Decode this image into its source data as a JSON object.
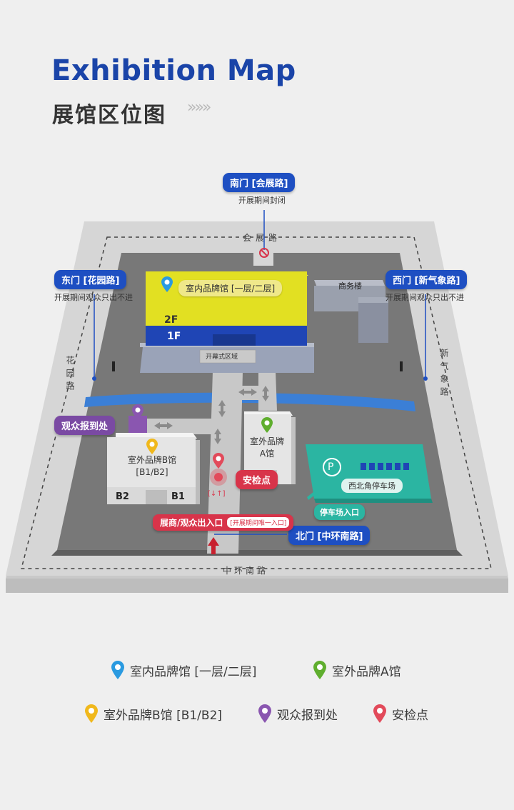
{
  "title_en": "Exhibition Map",
  "title_cn": "展馆区位图",
  "chevrons": "»»»",
  "gates": {
    "south": {
      "label": "南门 [会展路]",
      "note": "开展期间封闭"
    },
    "east": {
      "label": "东门 [花园路]",
      "note": "开展期间观众只出不进"
    },
    "west": {
      "label": "西门 [新气象路]",
      "note": "开展期间观众只出不进"
    },
    "north": {
      "label": "北门 [中环南路]"
    }
  },
  "roads": {
    "top": "会展路",
    "left": "花园路",
    "right": "新气象路",
    "bottom": "中环南路"
  },
  "buildings": {
    "indoor": {
      "label": "室内品牌馆 [一层/二层]",
      "floor2": "2F",
      "floor1": "1F"
    },
    "business": "商务楼",
    "opening": "开幕式区域",
    "hall_a": {
      "line1": "室外品牌",
      "line2": "A馆",
      "mark": "A"
    },
    "hall_b": {
      "line1": "室外品牌B馆",
      "line2": "[B1/B2]",
      "b2": "B2",
      "b1": "B1"
    },
    "parking": "西北角停车场",
    "parking_mark": "P"
  },
  "markers": {
    "checkin": "观众报到处",
    "security": "安检点",
    "entrance": "展商/观众出入口",
    "entrance_note": "[开展期间唯一入口]",
    "parking_entry": "停车场入口",
    "flow": "[↓↑]"
  },
  "legend": [
    {
      "label": "室内品牌馆 [一层/二层]",
      "color": "#2a9ae0"
    },
    {
      "label": "室外品牌A馆",
      "color": "#5fae2e"
    },
    {
      "label": "室外品牌B馆 [B1/B2]",
      "color": "#f0b81c"
    },
    {
      "label": "观众报到处",
      "color": "#8a56b0"
    },
    {
      "label": "安检点",
      "color": "#e24a5a"
    }
  ],
  "colors": {
    "accent_blue": "#1e4fc2",
    "yellow": "#e2e022",
    "floor_blue": "#1f45b5",
    "teal": "#2bb5a2",
    "river": "#3b7fd6"
  }
}
